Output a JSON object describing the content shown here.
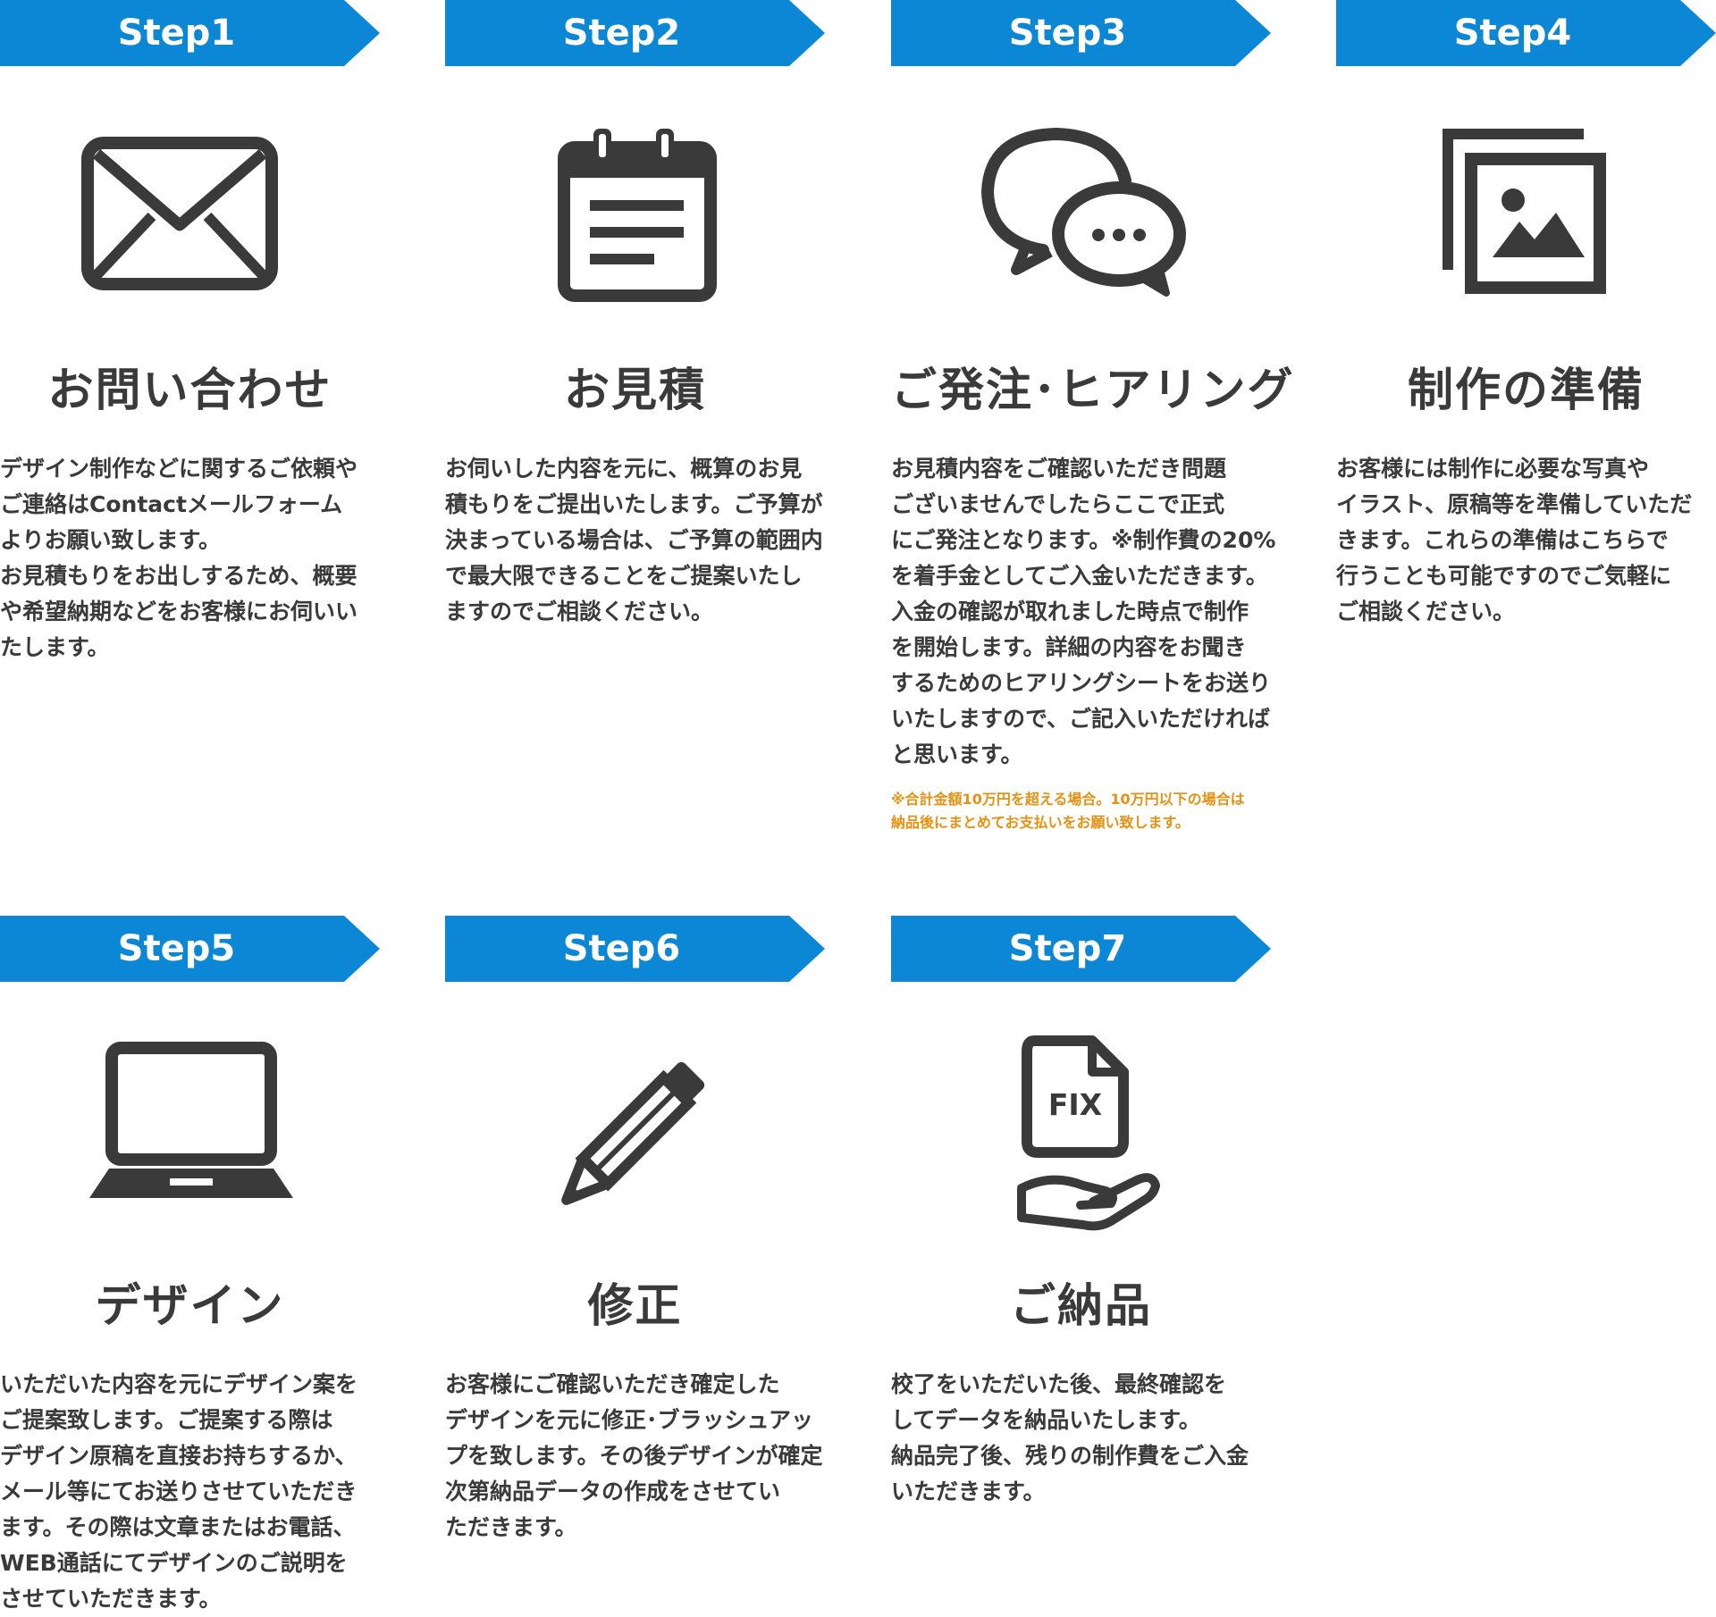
{
  "colors": {
    "banner": "#0c87d6",
    "icon": "#3a3a3a",
    "note": "#e8900f"
  },
  "steps": [
    {
      "label": "Step1",
      "icon": "envelope-icon",
      "title": "お問い合わせ",
      "body": "デザイン制作などに関するご依頼や\nご連絡はContactメールフォーム\nよりお願い致します。\nお見積もりをお出しするため、概要\nや希望納期などをお客様にお伺いい\nたします。"
    },
    {
      "label": "Step2",
      "icon": "calendar-icon",
      "title": "お見積",
      "body": "お伺いした内容を元に、概算のお見\n積もりをご提出いたします。ご予算が\n決まっている場合は、ご予算の範囲内\nで最大限できることをご提案いたし\nますのでご相談ください。"
    },
    {
      "label": "Step3",
      "icon": "chat-bubbles-icon",
      "title": "ご発注･ヒアリング",
      "body": "お見積内容をご確認いただき問題\nございませんでしたらここで正式\nにご発注となります。※制作費の20%\nを着手金としてご入金いただきます。\n入金の確認が取れました時点で制作\nを開始します。詳細の内容をお聞き\nするためのヒアリングシートをお送り\nいたしますので、ご記入いただければ\nと思います。",
      "note": "※合計金額10万円を超える場合。10万円以下の場合は\n納品後にまとめてお支払いをお願い致します。"
    },
    {
      "label": "Step4",
      "icon": "image-stack-icon",
      "title": "制作の準備",
      "body": "お客様には制作に必要な写真や\nイラスト、原稿等を準備していただ\nきます。これらの準備はこちらで\n行うことも可能ですのでご気軽に\nご相談ください。"
    },
    {
      "label": "Step5",
      "icon": "laptop-icon",
      "title": "デザイン",
      "body": "いただいた内容を元にデザイン案を\nご提案致します。ご提案する際は\nデザイン原稿を直接お持ちするか、\nメール等にてお送りさせていただき\nます。その際は文章またはお電話、\nWEB通話にてデザインのご説明を\nさせていただきます。"
    },
    {
      "label": "Step6",
      "icon": "pencil-icon",
      "title": "修正",
      "body": "お客様にご確認いただき確定した\nデザインを元に修正･ブラッシュアッ\nプを致します。その後デザインが確定\n次第納品データの作成をさせてい\nただきます。"
    },
    {
      "label": "Step7",
      "icon": "fix-document-hand-icon",
      "icon_text": "FIX",
      "title": "ご納品",
      "body": "校了をいただいた後、最終確認を\nしてデータを納品いたします。\n納品完了後、残りの制作費をご入金\nいただきます。"
    }
  ]
}
